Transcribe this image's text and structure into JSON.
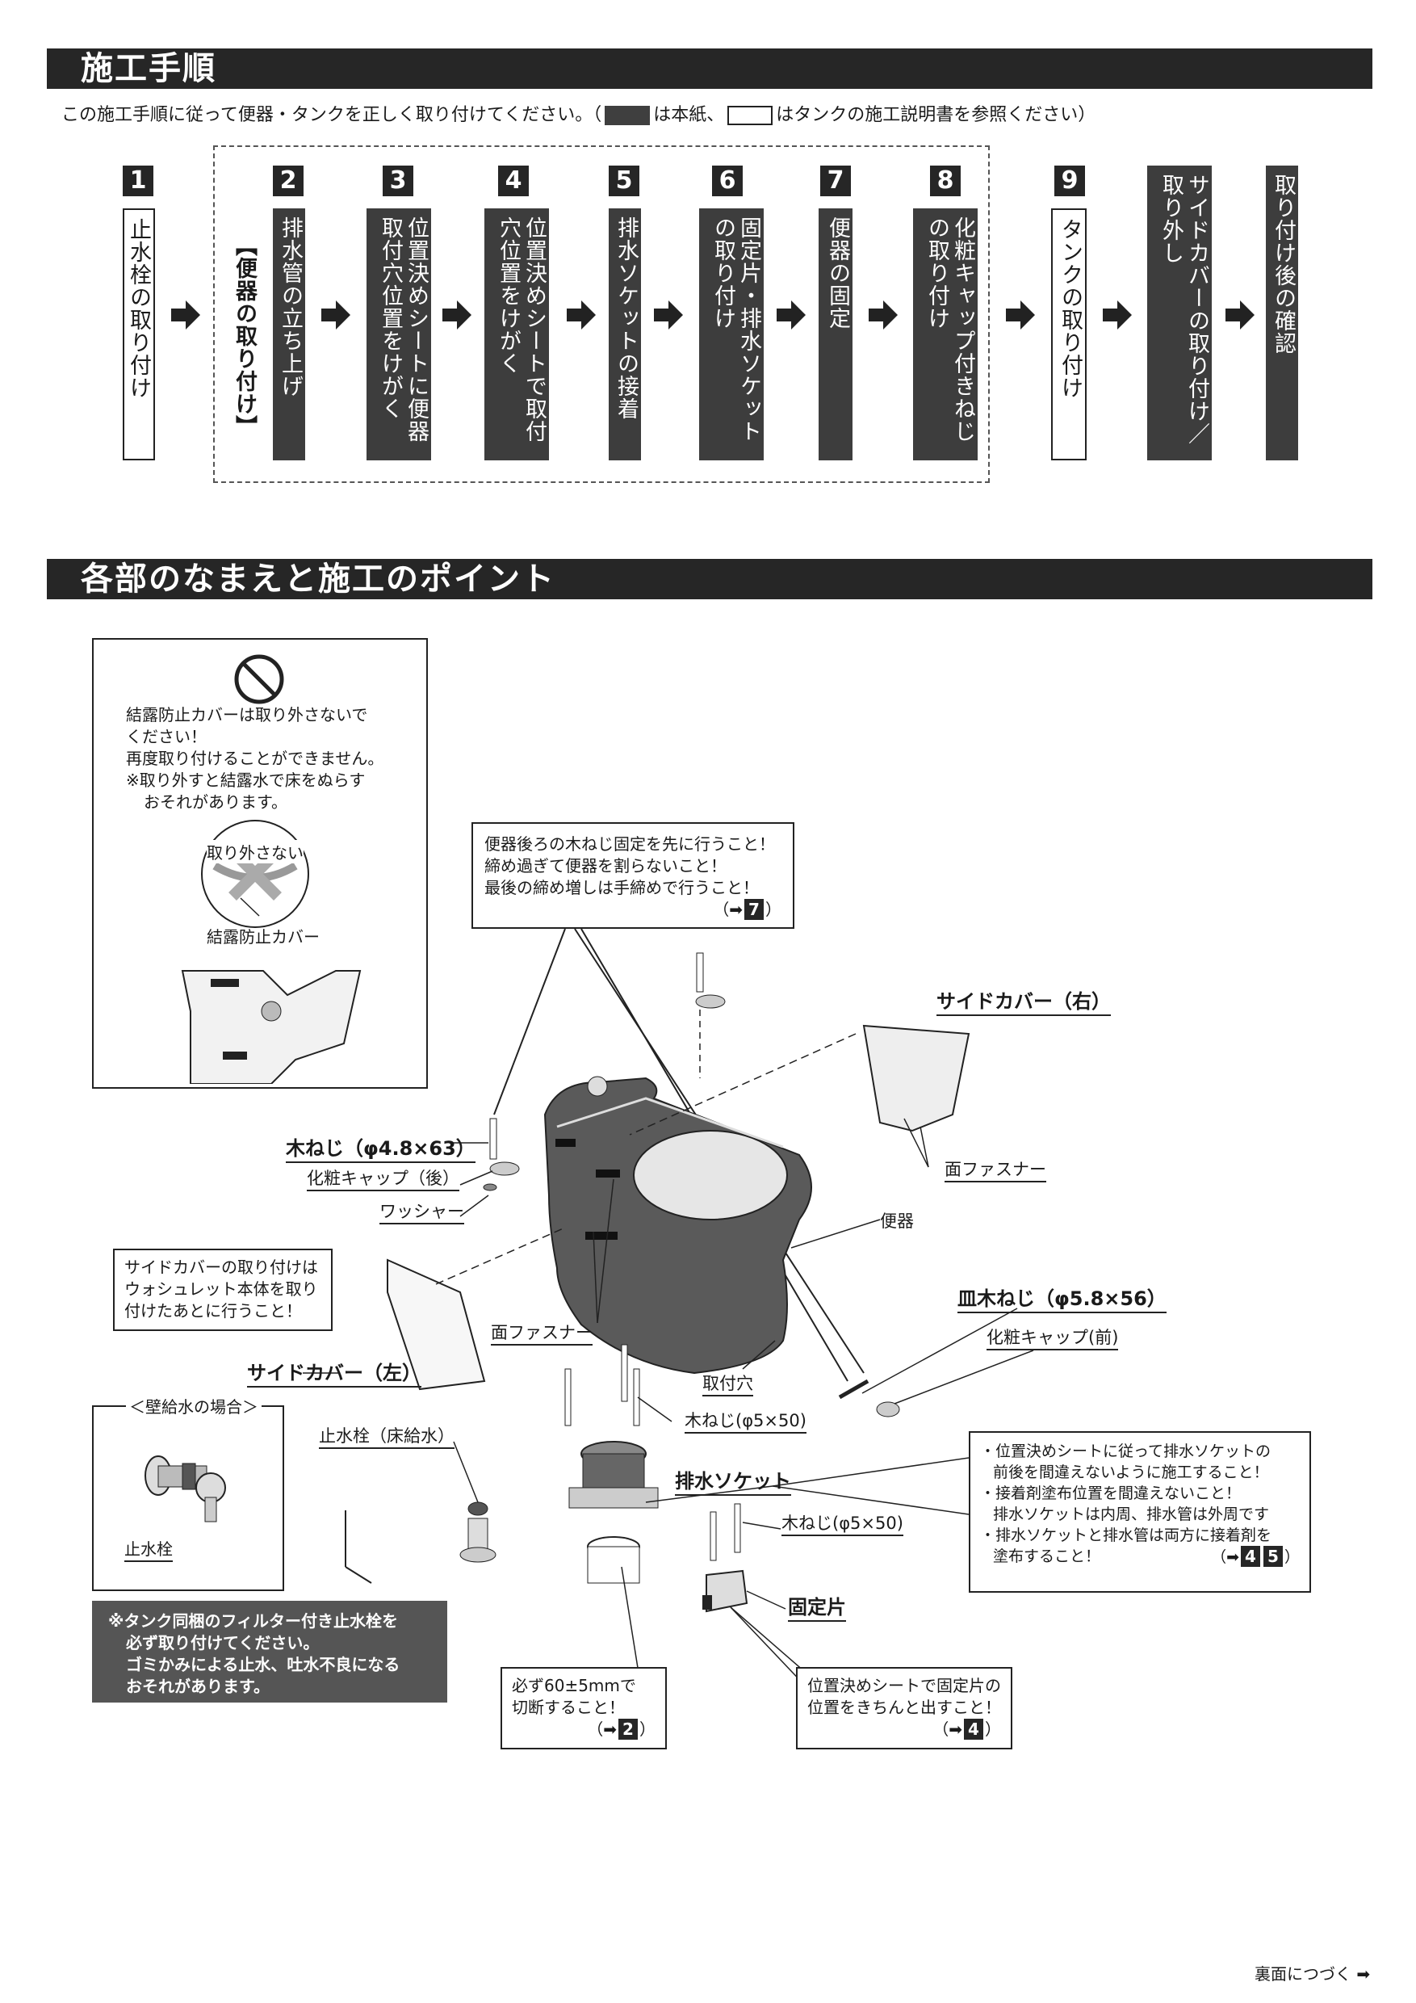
{
  "section1": {
    "title": "施工手順",
    "intro_before": "この施工手順に従って便器・タンクを正しく取り付けてください。（",
    "intro_mid": "は本紙、",
    "intro_after": "はタンクの施工説明書を参照ください）"
  },
  "steps": [
    {
      "num": "1",
      "text": "止水栓の取り付け",
      "style": "light"
    },
    {
      "num": "2",
      "text": "排水管の立ち上げ",
      "style": "dark"
    },
    {
      "num": "3",
      "text": "位置決めシートに便器取付穴位置をけがく",
      "style": "dark"
    },
    {
      "num": "4",
      "text": "位置決めシートで取付穴位置をけがく",
      "style": "dark"
    },
    {
      "num": "5",
      "text": "排水ソケットの接着",
      "style": "dark"
    },
    {
      "num": "6",
      "text": "固定片・排水ソケットの取り付け",
      "style": "dark"
    },
    {
      "num": "7",
      "text": "便器の固定",
      "style": "dark"
    },
    {
      "num": "8",
      "text": "化粧キャップ付きねじの取り付け",
      "style": "dark"
    },
    {
      "num": "9",
      "text": "タンクの取り付け",
      "style": "light"
    },
    {
      "num": "",
      "text": "サイドカバーの取り付け／取り外し",
      "style": "dark"
    },
    {
      "num": "",
      "text": "取り付け後の確認",
      "style": "dark"
    }
  ],
  "group_label": "【便器の取り付け】",
  "section2": {
    "title": "各部のなまえと施工のポイント"
  },
  "caution": {
    "line1": "結露防止カバーは取り外さないで",
    "line2": "ください！",
    "line3": "再度取り付けることができません。",
    "line4": "※取り外すと結露水で床をぬらす",
    "line5": "おそれがあります。",
    "dont_remove": "取り外さない",
    "cover_label": "結露防止カバー"
  },
  "note_top": {
    "line1": "便器後ろの木ねじ固定を先に行うこと！",
    "line2": "締め過ぎて便器を割らないこと！",
    "line3": "最後の締め増しは手締めで行うこと！",
    "ref": "7"
  },
  "labels": {
    "side_cover_right": "サイドカバー（右）",
    "fastener_right": "面ファスナー",
    "toilet": "便器",
    "wood_screw_back": "木ねじ（φ4.8×63）",
    "cap_back": "化粧キャップ（後）",
    "washer": "ワッシャー",
    "flat_screw": "皿木ねじ（φ5.8×56）",
    "cap_front": "化粧キャップ(前)",
    "fastener_left": "面ファスナー",
    "side_cover_left": "サイドカバー（左）",
    "mount_hole": "取付穴",
    "wood_screw_5x50_a": "木ねじ(φ5×50)",
    "stop_valve_floor": "止水栓（床給水）",
    "drain_socket": "排水ソケット",
    "wood_screw_5x50_b": "木ねじ(φ5×50)",
    "fixing_piece": "固定片"
  },
  "note_side_cover": {
    "line1": "サイドカバーの取り付けは",
    "line2": "ウォシュレット本体を取り",
    "line3": "付けたあとに行うこと！"
  },
  "wall_supply": {
    "title": "＜壁給水の場合＞",
    "label": "止水栓"
  },
  "filter_note": {
    "line1": "※タンク同梱のフィルター付き止水栓を",
    "line2": "必ず取り付けてください。",
    "line3": "ゴミかみによる止水、吐水不良になる",
    "line4": "おそれがあります。"
  },
  "note_socket": {
    "line1": "・位置決めシートに従って排水ソケットの",
    "line2": "前後を間違えないように施工すること！",
    "line3": "・接着剤塗布位置を間違えないこと！",
    "line4": "排水ソケットは内周、排水管は外周です",
    "line5": "・排水ソケットと排水管は両方に接着剤を",
    "line6": "塗布すること！",
    "ref1": "4",
    "ref2": "5"
  },
  "note_cut": {
    "line1": "必ず60±5mmで",
    "line2": "切断すること！",
    "ref": "2"
  },
  "note_fix": {
    "line1": "位置決めシートで固定片の",
    "line2": "位置をきちんと出すこと！",
    "ref": "4"
  },
  "footer": "裏面につづく"
}
